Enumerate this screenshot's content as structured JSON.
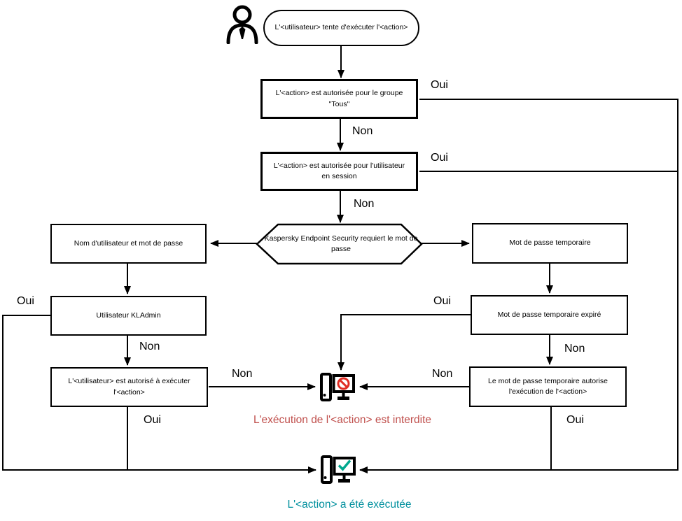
{
  "labels": {
    "yes": "Oui",
    "no": "Non"
  },
  "start": {
    "actor": "user-icon",
    "text": "L'<utilisateur> tente d'exécuter l'<action>"
  },
  "nodes": {
    "group_allowed": "L'<action> est autorisée pour le groupe \"Tous\"",
    "session_allowed": "L'<action> est autorisée pour l'utilisateur en session",
    "password_required": "Kaspersky Endpoint Security requiert le mot de passe",
    "username_password": "Nom d'utilisateur et mot de passe",
    "kladmin_user": "Utilisateur KLAdmin",
    "user_authorized": "L'<utilisateur> est autorisé à exécuter l'<action>",
    "temp_password": "Mot de passe temporaire",
    "temp_password_expired": "Mot de passe temporaire expiré",
    "temp_password_authorizes": "Le mot de passe temporaire autorise l'exécution de l'<action>"
  },
  "outcomes": {
    "denied": {
      "text": "L'exécution de l'<action> est interdite",
      "color": "#c0504d"
    },
    "executed": {
      "text": "L'<action> a été exécutée",
      "color": "#00909e"
    }
  },
  "icons": {
    "denied_sign_color": "#e02d24",
    "success_check_color": "#00a88e",
    "line_color": "#000000"
  }
}
